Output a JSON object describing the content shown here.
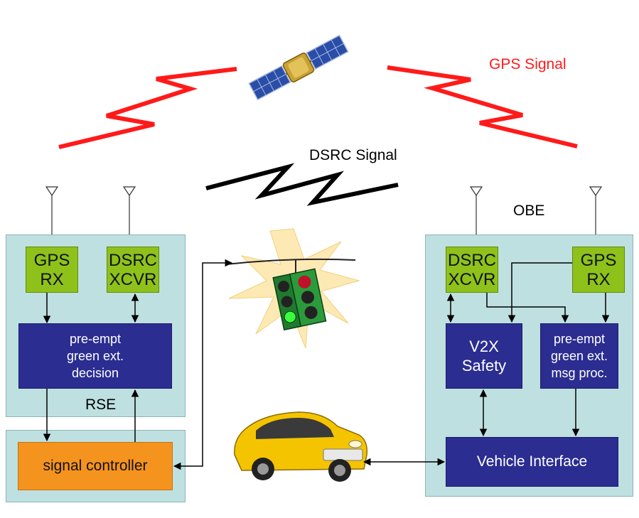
{
  "signals": {
    "gps": "GPS Signal",
    "dsrc": "DSRC Signal"
  },
  "rse": {
    "label": "RSE",
    "gps_rx": "GPS\nRX",
    "dsrc_xcvr": "DSRC\nXCVR",
    "decision": "pre-empt\ngreen ext.\ndecision",
    "signal_controller": "signal controller"
  },
  "obe": {
    "label": "OBE",
    "dsrc_xcvr": "DSRC\nXCVR",
    "gps_rx": "GPS\nRX",
    "v2x": "V2X\nSafety",
    "msg_proc": "pre-empt\ngreen ext.\nmsg proc.",
    "vehicle_interface": "Vehicle Interface"
  },
  "colors": {
    "gps_signal": "#ff0000",
    "dsrc_signal": "#000000",
    "panel": "#bfe0e0",
    "receiver": "#8ec21b",
    "processor": "#2b2d91",
    "controller": "#f5931f",
    "vehicle": "#f5c400"
  },
  "icons": [
    "antenna-icon",
    "satellite-icon",
    "traffic-light-icon",
    "car-icon"
  ]
}
